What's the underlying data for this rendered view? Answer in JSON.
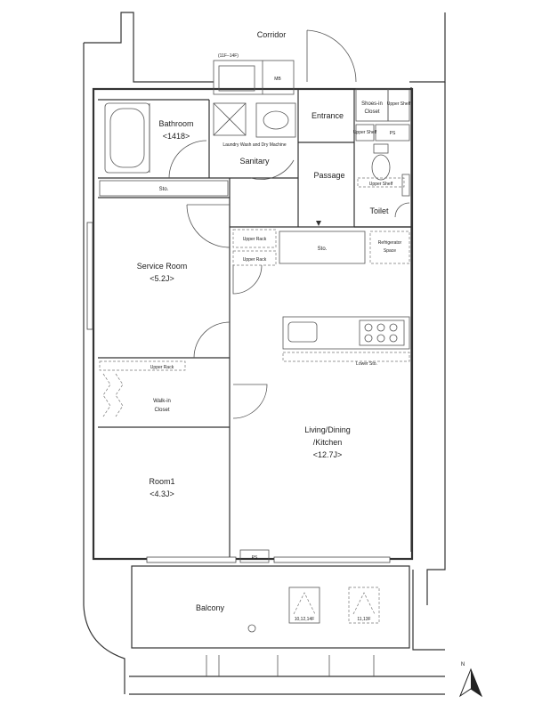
{
  "rooms": {
    "corridor": "Corridor",
    "floor_note": "(11F–14F)",
    "mb": "MB",
    "bathroom": "Bathroom",
    "bathroom_size": "<1418>",
    "laundry": "Laundry Wash and Dry Machine",
    "sanitary": "Sanitary",
    "entrance": "Entrance",
    "shoes_closet_1": "Shoes-in",
    "shoes_closet_2": "Closet",
    "upper_shelf_a": "Upper Shelf",
    "upper_shelf_b": "Upper Shelf",
    "ps_top": "PS",
    "passage": "Passage",
    "upper_shelf_toilet": "Upper Shelf",
    "toilet": "Toilet",
    "sto_service": "Sto.",
    "upper_rack_1": "Upper Rack",
    "upper_rack_2": "Upper Rack",
    "sto_center": "Sto.",
    "fridge_1": "Refrigerator",
    "fridge_2": "Space",
    "service_room": "Service Room",
    "service_room_size": "<5.2J>",
    "lower_sto": "Lower Sto.",
    "upper_rack_wic": "Upper Rack",
    "wic_1": "Walk-in",
    "wic_2": "Closet",
    "ldk_1": "Living/Dining",
    "ldk_2": "/Kitchen",
    "ldk_size": "<12.7J>",
    "room1": "Room1",
    "room1_size": "<4.3J>",
    "ps_bottom": "PS",
    "balcony": "Balcony",
    "unit_a": "10,12,14F",
    "unit_b": "11,13F",
    "north": "N"
  }
}
